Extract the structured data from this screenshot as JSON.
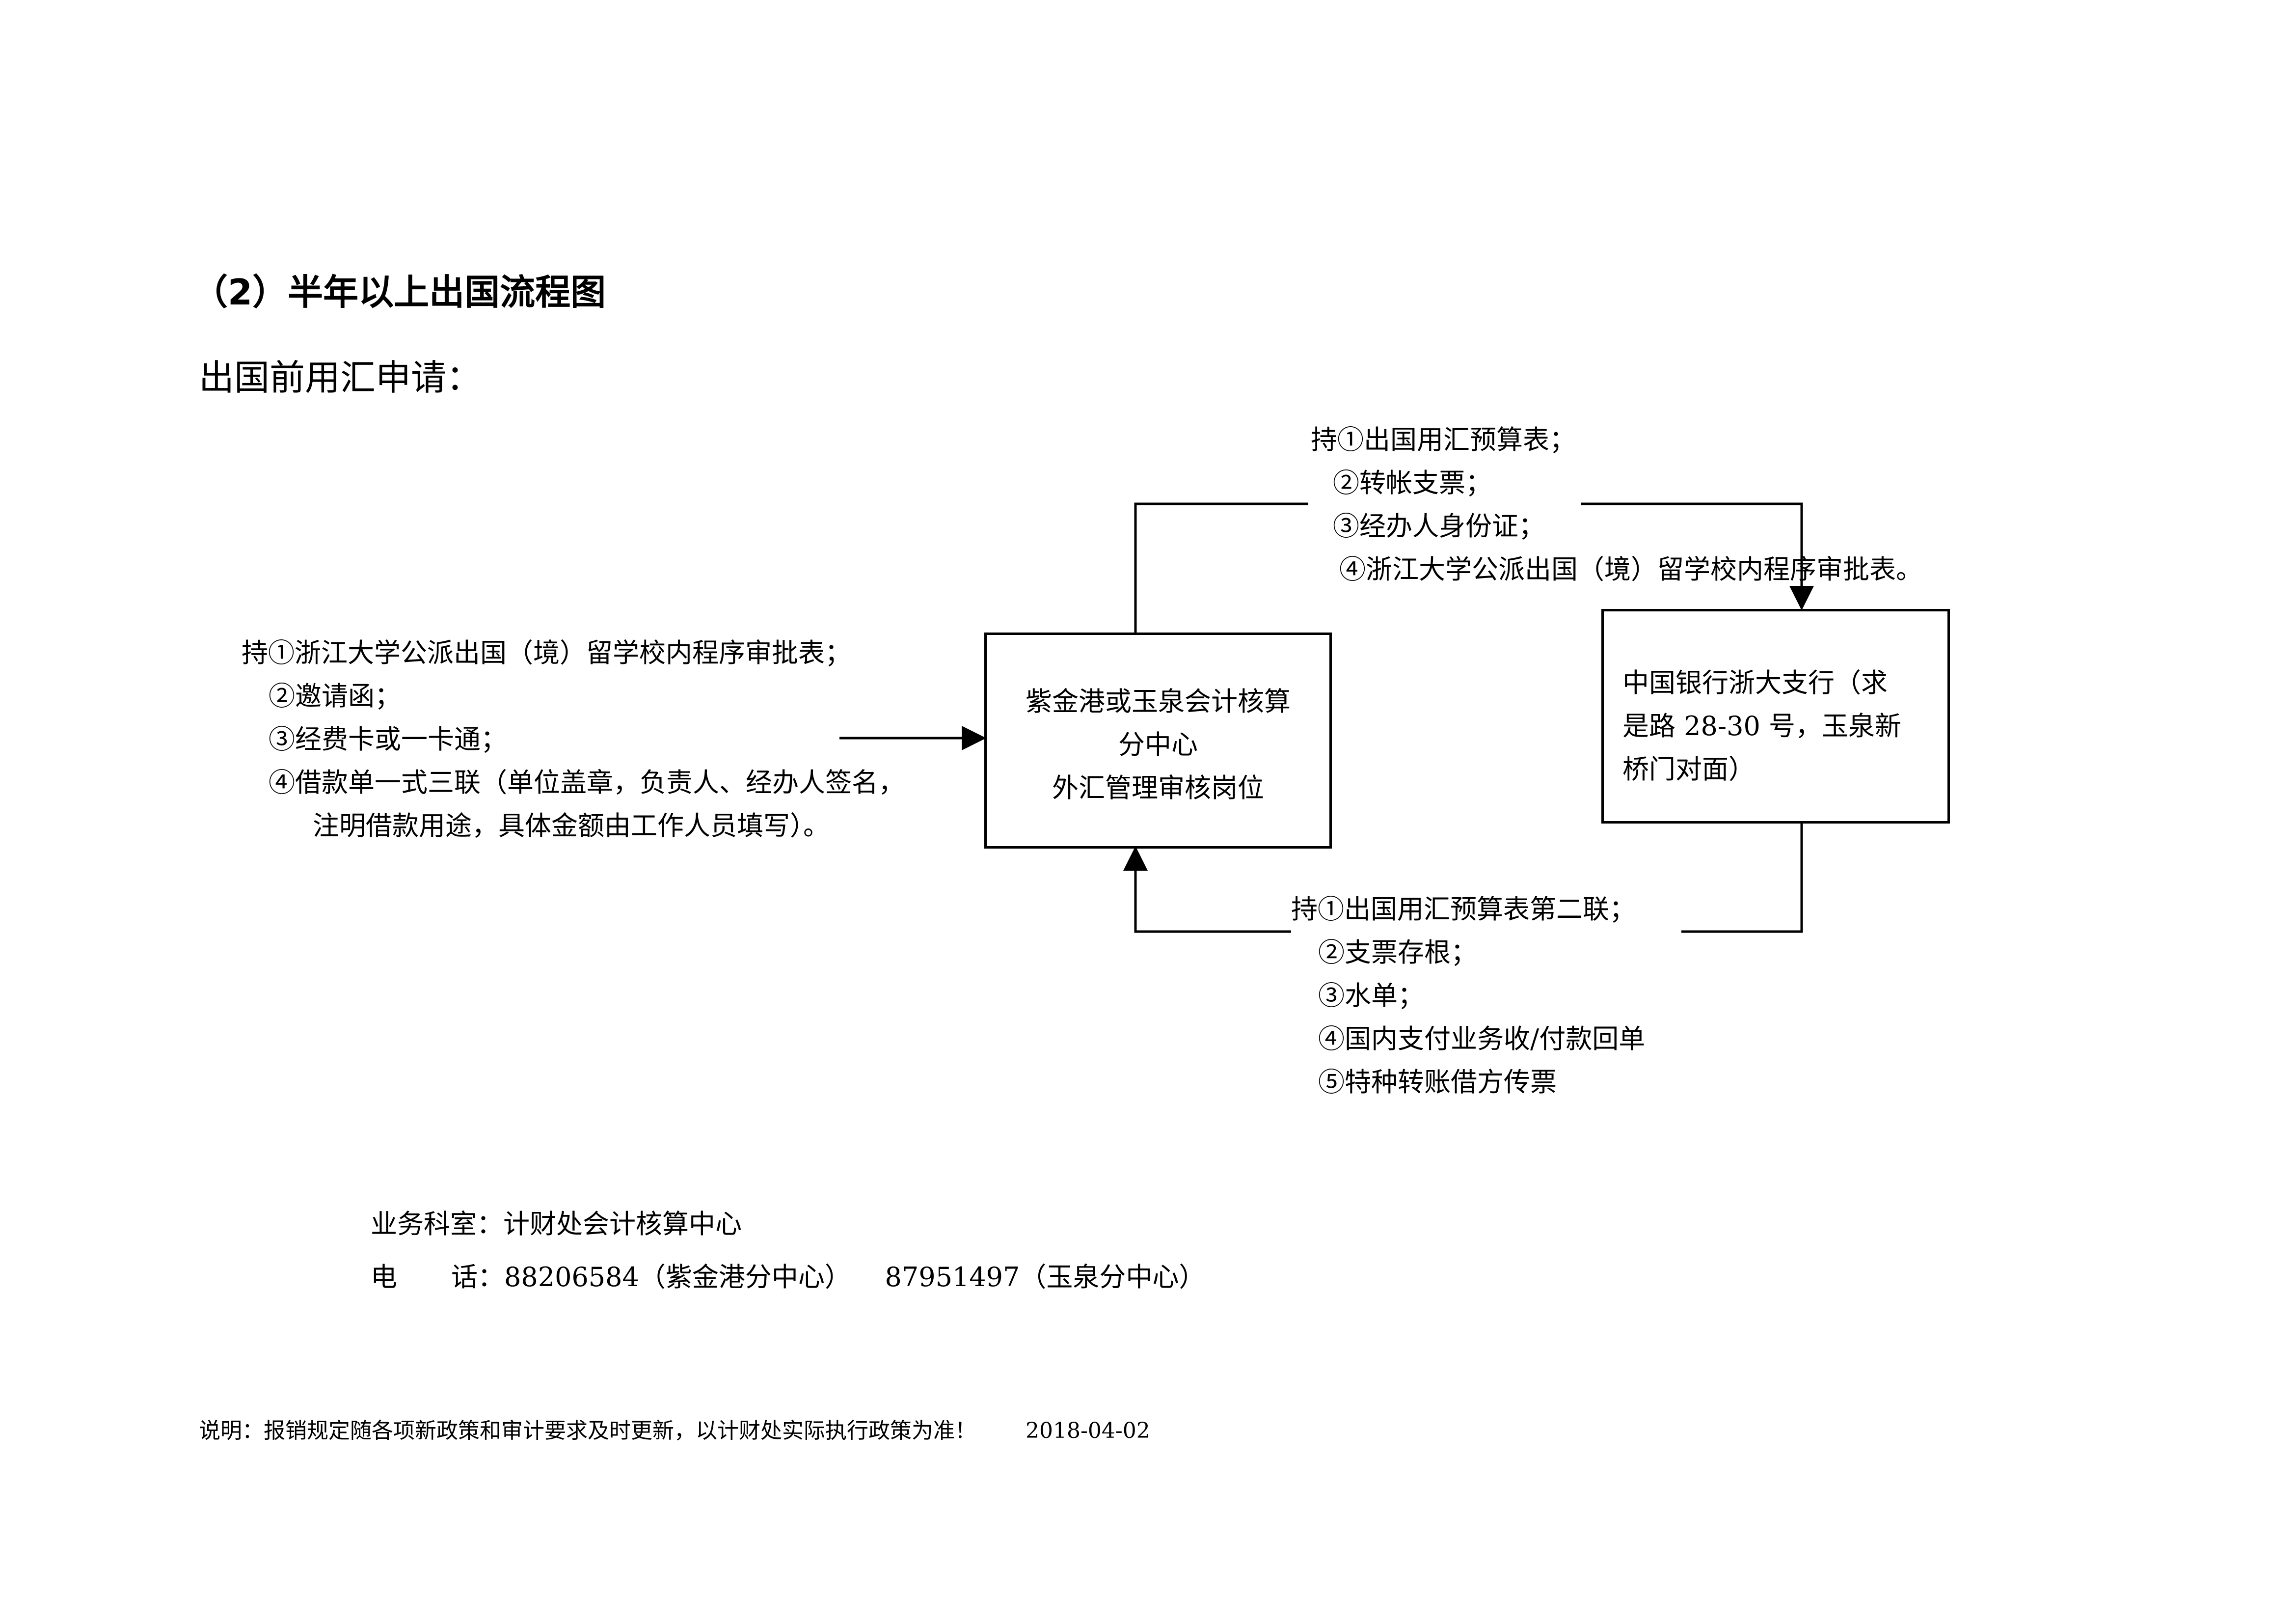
{
  "heading": {
    "title": "（2）半年以上出国流程图",
    "subtitle": "出国前用汇申请："
  },
  "left_note": {
    "lines": [
      "持①浙江大学公派出国（境）留学校内程序审批表；",
      "②邀请函；",
      "③经费卡或一卡通；",
      "④借款单一式三联（单位盖章，负责人、经办人签名，",
      "注明借款用途，具体金额由工作人员填写）。"
    ]
  },
  "top_note": {
    "lines": [
      "持①出国用汇预算表；",
      "②转帐支票；",
      "③经办人身份证；",
      "④浙江大学公派出国（境）留学校内程序审批表。"
    ]
  },
  "bottom_note": {
    "lines": [
      "持①出国用汇预算表第二联；",
      "②支票存根；",
      "③水单；",
      "④国内支付业务收/付款回单",
      "⑤特种转账借方传票"
    ]
  },
  "center_box": {
    "lines": [
      "紫金港或玉泉会计核算",
      "分中心",
      "外汇管理审核岗位"
    ]
  },
  "right_box": {
    "lines": [
      "中国银行浙大支行（求",
      "是路 28-30 号，玉泉新",
      "桥门对面）"
    ]
  },
  "footer": {
    "office_label": "业务科室：",
    "office_value": "计财处会计核算中心",
    "phone_label_1": "电",
    "phone_label_2": "话：",
    "phone_value": "88206584（紫金港分中心）    87951497（玉泉分中心）"
  },
  "footnote": {
    "text": "说明：报销规定随各项新政策和审计要求及时更新，以计财处实际执行政策为准！",
    "date": "2018-04-02"
  }
}
